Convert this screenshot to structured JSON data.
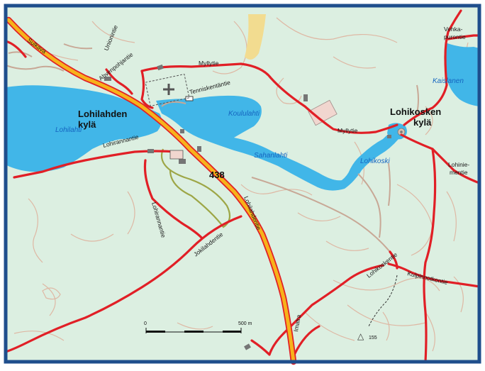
{
  "map": {
    "colors": {
      "land": "#dcefe1",
      "water": "#41b6e8",
      "road": "#e11f26",
      "highway": "#f7b21a",
      "contour": "#deb8a4",
      "field": "#f2dc90",
      "building": "#757575",
      "border": "#1f4e8c",
      "path": "#c8a896",
      "trail": "#9da646"
    },
    "route_number": "438",
    "villages": [
      {
        "line1": "Lohilahden",
        "line2": "kylä"
      },
      {
        "line1": "Lohikosken",
        "line2": "kylä"
      }
    ],
    "water_names": [
      "Lohilahti",
      "Koululahti",
      "Sahanlahti",
      "Lohikoski",
      "Kaislanen"
    ],
    "road_names": {
      "sulkava": "Sulkava",
      "unionintie_1": "Unionintie",
      "unionintie_2": "Ahvenpohjantie",
      "myllytie_top": "Myllytie",
      "tenniskentantie": "Tenniskentäntie",
      "myllytie_mid": "Myllytie",
      "vehkapuro_1": "Vehka-",
      "vehkapuro_2": "purontie",
      "lohirannantie_top": "Lohirannantie",
      "lohirannantie_side": "Lohirannantie",
      "lohiniemi_1": "Lohinie-",
      "lohiniemi_2": "mentie",
      "lohilahdentie": "Lohilahdentie",
      "jokilahdentie": "Jokilahdentie",
      "lohikoskentie": "Lohikoskentie",
      "kulpinnotkontie": "Kulpinnotkontie",
      "imatra": "Imatra"
    },
    "scale": {
      "start": "0",
      "end": "500 m"
    },
    "elevation": {
      "symbol": "△",
      "value": "155"
    }
  }
}
